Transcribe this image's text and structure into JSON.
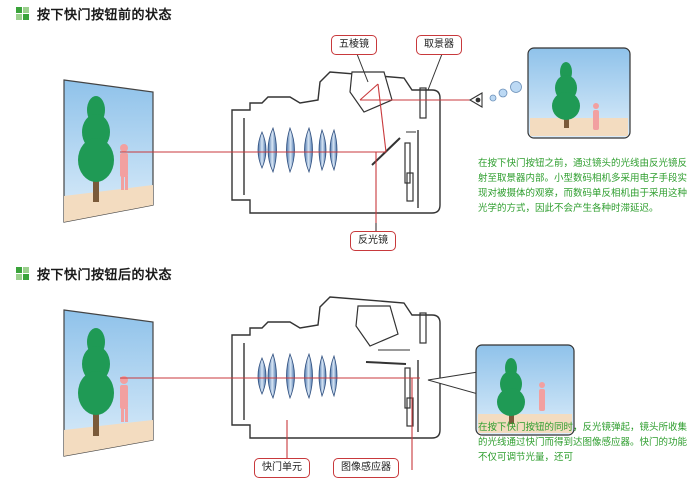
{
  "sections": [
    {
      "title": "按下快门按钮前的状态",
      "caption": "在按下快门按钮之前，通过镜头的光线由反光镜反射至取景器内部。小型数码相机多采用电子手段实现对被摄体的观察，而数码单反相机由于采用这种光学的方式，因此不会产生各种时滞延迟。",
      "labels": {
        "pentaprism": "五棱镜",
        "viewfinder": "取景器",
        "mirror": "反光镜"
      }
    },
    {
      "title": "按下快门按钮后的状态",
      "caption": "在按下快门按钮的同时，反光镜弹起，镜头所收集的光线通过快门而得到达图像感应器。快门的功能不仅可调节光量，还可",
      "labels": {
        "shutter": "快门单元",
        "sensor": "图像感应器"
      }
    }
  ],
  "colors": {
    "accent_red": "#c8393c",
    "caption_green": "#2e9e2e",
    "icon_green": "#3aa33a",
    "icon_green_light": "#9bd08d",
    "sky_blue": "#b9d8f2",
    "tree_green": "#1f9a55",
    "lens_blue": "#5b83b5"
  }
}
